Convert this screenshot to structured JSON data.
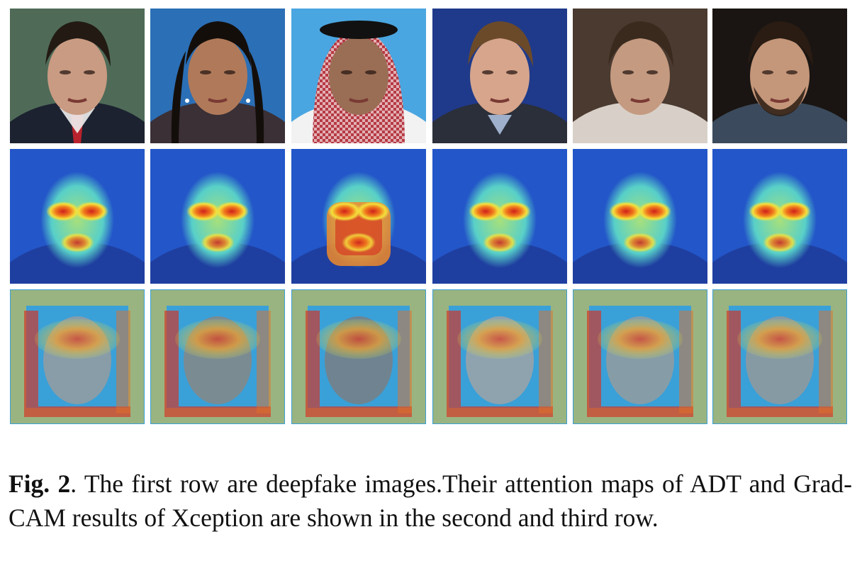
{
  "rows": [
    {
      "name": "deepfake-images"
    },
    {
      "name": "adt-attention-maps"
    },
    {
      "name": "xception-grad-cam"
    }
  ],
  "columns": [
    {
      "name": "news-anchor-man",
      "bg": "#4f6b58",
      "skin": "#c99b82",
      "hair": "#231a14",
      "clothes": "#1c2230",
      "extra": "tie"
    },
    {
      "name": "news-anchor-woman",
      "bg": "#2b6fb6",
      "skin": "#b07a5a",
      "hair": "#140e0a",
      "clothes": "#3a3036",
      "extra": "earrings"
    },
    {
      "name": "man-with-keffiyeh",
      "bg": "#4aa6e0",
      "skin": "#9a6e55",
      "hair": "#b63a44",
      "clothes": "#f2f2f2",
      "extra": "keffiyeh"
    },
    {
      "name": "man-in-suit-blue-stage",
      "bg": "#1f3a8a",
      "skin": "#d6a58c",
      "hair": "#6b4a2a",
      "clothes": "#2a2f3a",
      "extra": "suit"
    },
    {
      "name": "man-looking-aside",
      "bg": "#4a3a30",
      "skin": "#c49a80",
      "hair": "#3a2a1e",
      "clothes": "#d8d0c8",
      "extra": "none"
    },
    {
      "name": "bearded-man-dark-bg",
      "bg": "#1a1512",
      "skin": "#c4967a",
      "hair": "#2a1c12",
      "clothes": "#3b4a5c",
      "extra": "beard"
    }
  ],
  "caption": {
    "label": "Fig. 2",
    "text": ".  The first row are deepfake images.Their attention maps of ADT and Grad-CAM results of Xception are shown in the second and third row."
  }
}
